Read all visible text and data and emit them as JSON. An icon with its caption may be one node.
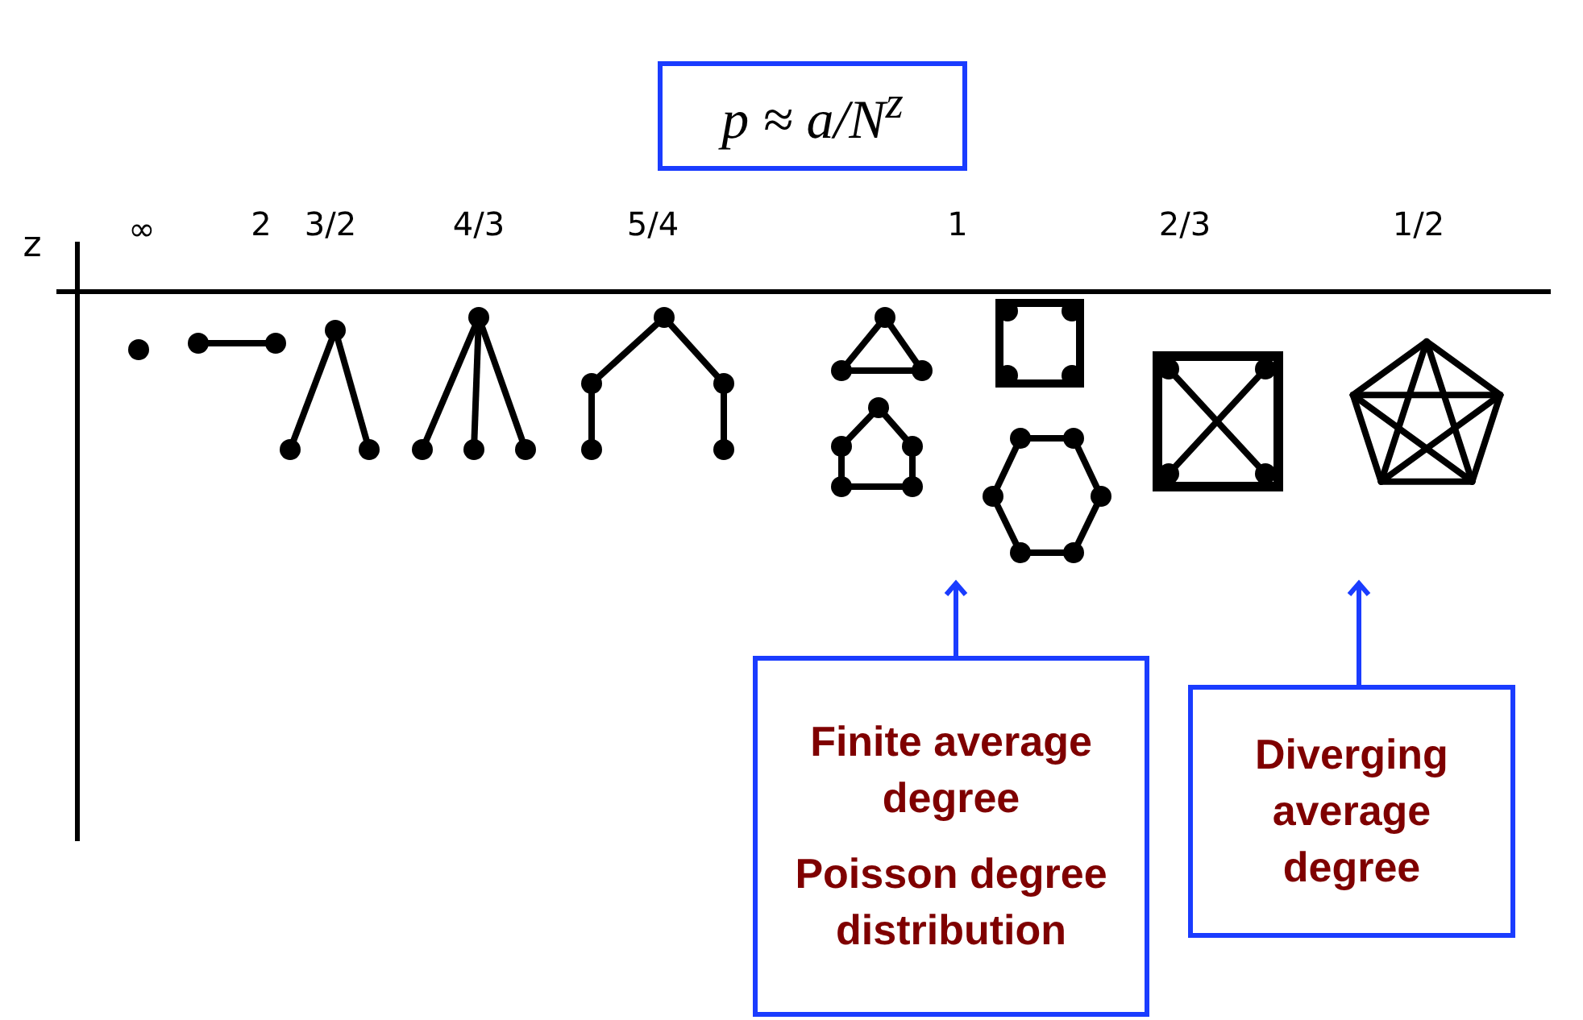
{
  "diagram": {
    "nodes": [
      {
        "text": [
          "p ≈ a/N$^{z}$"
        ]
      },
      {
        "text": [
          "Finite average degree",
          "Poisson degree distribution"
        ]
      },
      {
        "text": [
          "Diverging average degree"
        ]
      }
    ],
    "edges": [
      {
        "from": 1,
        "to": null,
        "arrow": "to"
      },
      {
        "from": 2,
        "to": null,
        "arrow": "to"
      }
    ],
    "labels": [
      "z",
      "∞",
      "2",
      "3/2",
      "4/3",
      "5/4",
      "1",
      "2/3",
      "1/2"
    ]
  }
}
